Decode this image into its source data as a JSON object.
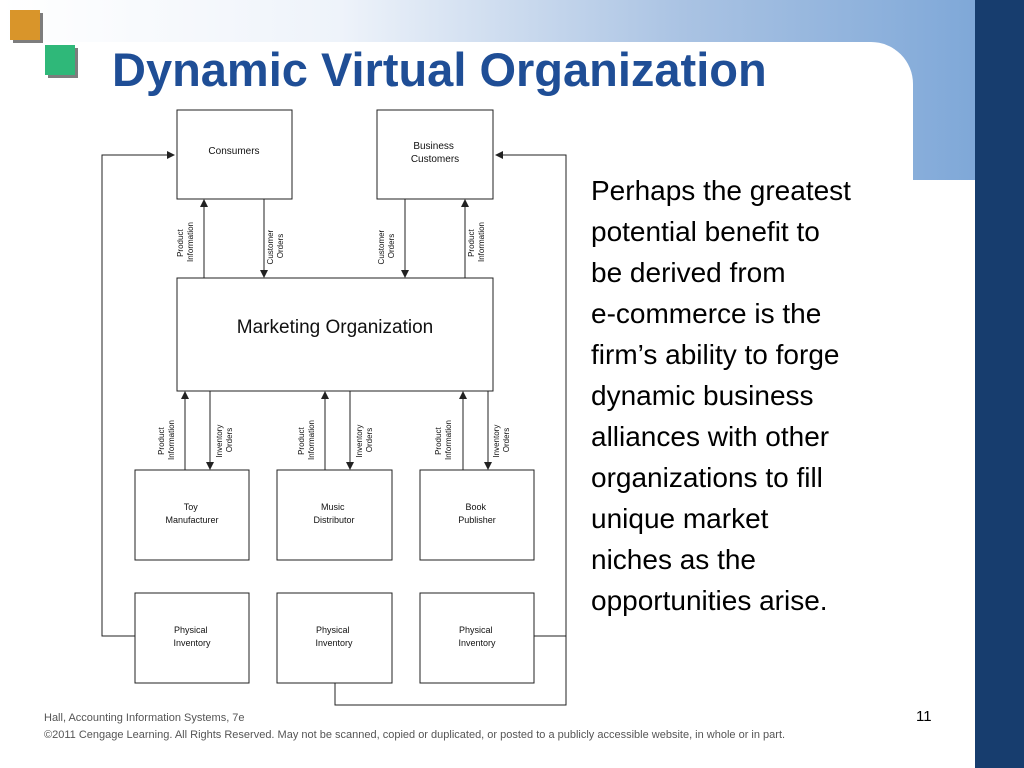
{
  "slide": {
    "title": "Dynamic Virtual Organization",
    "body_lines": [
      "Perhaps the greatest",
      "potential benefit to",
      "be derived from",
      "e-commerce is the",
      "firm’s ability to forge",
      "dynamic business",
      "alliances with other",
      "organizations to fill",
      "unique market",
      "niches as the",
      "opportunities arise."
    ],
    "footer_line1": "Hall, Accounting Information Systems, 7e",
    "footer_line2": "©2011 Cengage Learning. All Rights Reserved. May not be scanned, copied or duplicated, or posted to a publicly accessible website, in whole or in part.",
    "page_number": "11"
  },
  "diagram": {
    "consumers": [
      "Consumers"
    ],
    "business_customers": [
      "Business",
      "Customers"
    ],
    "marketing_org": "Marketing Organization",
    "toy": [
      "Toy",
      "Manufacturer"
    ],
    "music": [
      "Music",
      "Distributor"
    ],
    "book": [
      "Book",
      "Publisher"
    ],
    "physical_inventory": [
      "Physical",
      "Inventory"
    ],
    "product_information": [
      "Product",
      "Information"
    ],
    "customer_orders": [
      "Customer",
      "Orders"
    ],
    "inventory_orders": [
      "Inventory",
      "Orders"
    ]
  }
}
